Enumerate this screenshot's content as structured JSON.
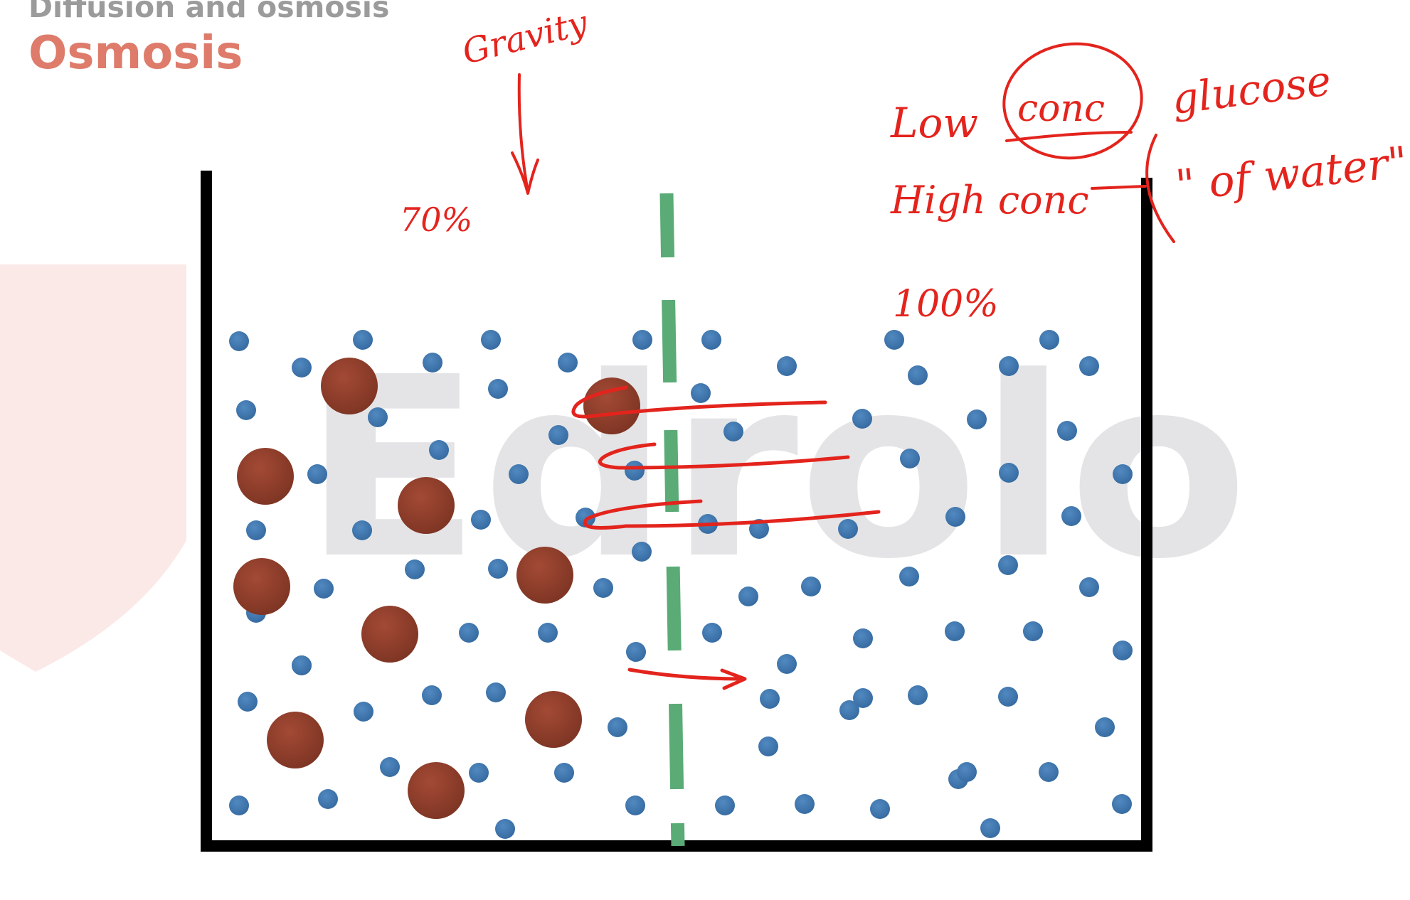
{
  "header": {
    "kicker": "Diffusion and osmosis",
    "title": "Osmosis"
  },
  "watermark": {
    "text": "Edrolo",
    "icon": "shield-logo-icon"
  },
  "annotations": {
    "gravity": "Gravity",
    "left_percent": "70%",
    "right_percent": "100%",
    "low_prefix": "Low",
    "low_circled": "conc",
    "glucose": "glucose",
    "high_conc": "High conc",
    "of_water": "\" of water\""
  },
  "colors": {
    "water_molecule": "#3f78ad",
    "glucose_molecule": "#8b3e2c",
    "membrane": "#5aab76",
    "container": "#000000",
    "annotation_ink": "#e3241d",
    "title": "#de7b6a",
    "kicker": "#9b9b9b",
    "watermark_text": "#e4e4e6",
    "watermark_logo": "#fbe9e7"
  }
}
